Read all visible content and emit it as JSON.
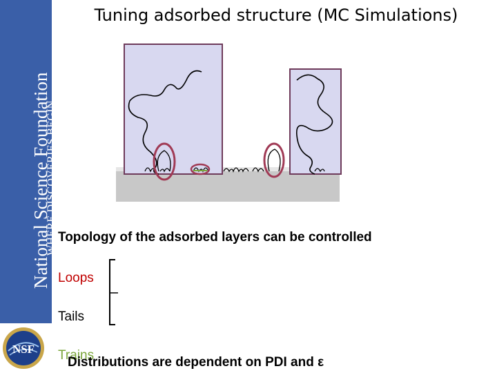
{
  "sidebar": {
    "org_name": "National Science Foundation",
    "tagline": "WHERE DISCOVERIES BEGIN",
    "color": "#3a5fa8"
  },
  "logo": {
    "text": "NSF"
  },
  "title": "Tuning adsorbed structure (MC Simulations)",
  "body": {
    "topology": "Topology of the adsorbed layers can be controlled",
    "loops": "Loops",
    "tails": "Tails",
    "trains": "Trains",
    "distributions": "Distributions are dependent on PDI and ε"
  },
  "colors": {
    "loops": "#c00000",
    "trains": "#7aa53a",
    "box_fill": "#d8d8f0",
    "box_border": "#6e3a5a",
    "surface": "#c8c8c8"
  }
}
